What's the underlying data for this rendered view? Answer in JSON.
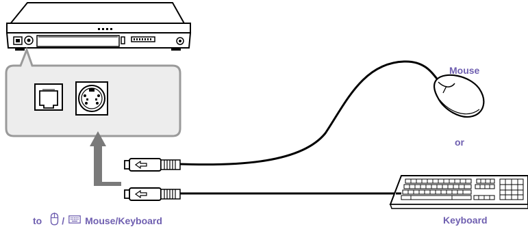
{
  "labels": {
    "mouse": "Mouse",
    "or": "or",
    "keyboard": "Keyboard",
    "to": "to",
    "slash": "/",
    "port_label": "Mouse/Keyboard"
  },
  "icons": {
    "port_mouse": "mouse-symbol-icon",
    "port_keyboard": "keyboard-symbol-icon"
  },
  "colors": {
    "label": "#6f5fb0",
    "line": "#000000",
    "callout_fill": "#ededed",
    "callout_border": "#9a9a9a",
    "arrow": "#7a7a7a"
  }
}
